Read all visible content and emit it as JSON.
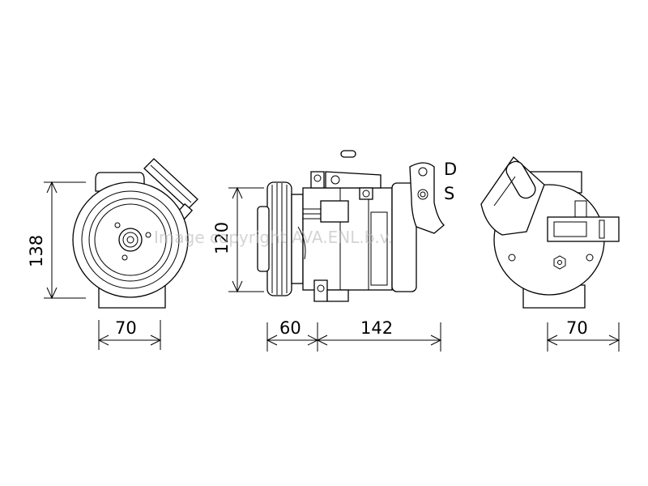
{
  "views": {
    "front": {
      "height_label": "138",
      "width_label": "70"
    },
    "side": {
      "height_label": "120",
      "clutch_length_label": "60",
      "body_length_label": "142"
    },
    "rear": {
      "width_label": "70"
    }
  },
  "ports": {
    "discharge_label": "D",
    "suction_label": "S"
  },
  "watermark": "Image copyright AVA.ENL.b.v."
}
